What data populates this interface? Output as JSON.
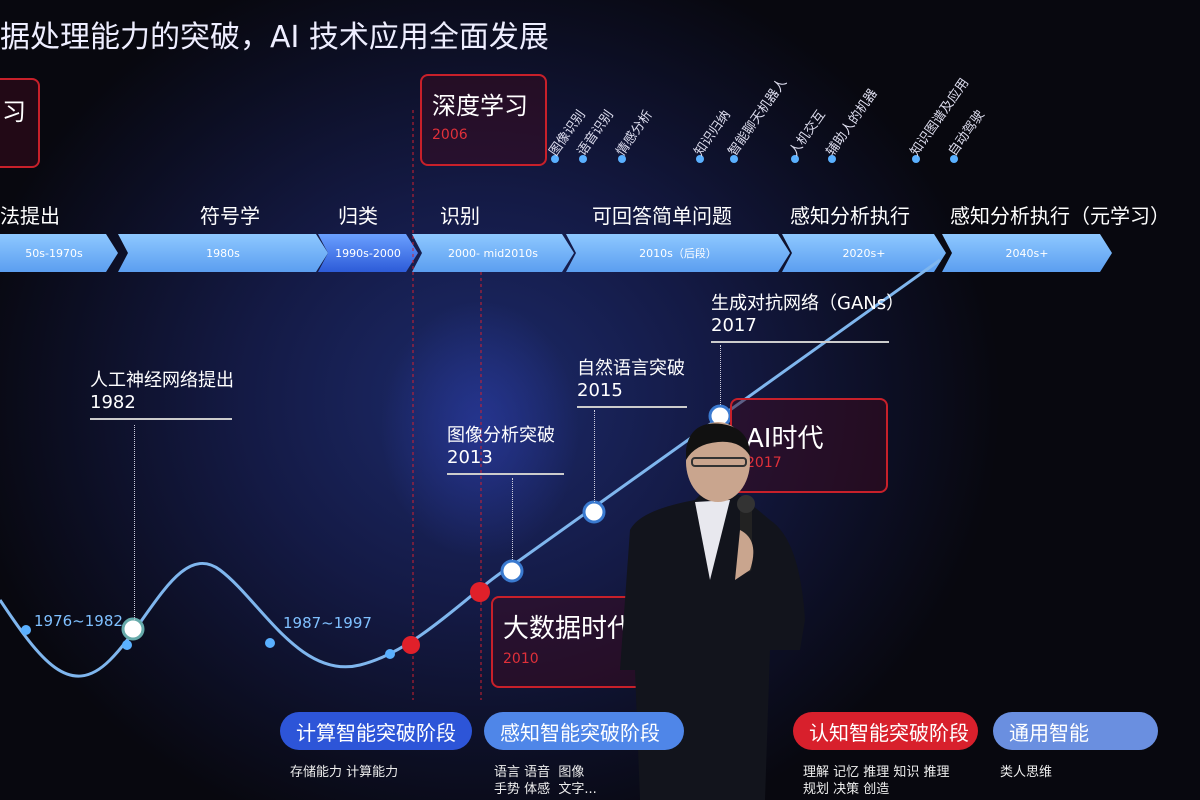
{
  "slide": {
    "title": "据处理能力的突破，AI 技术应用全面发展",
    "left_box": "习",
    "deep_learning": {
      "label": "深度学习",
      "year": "2006"
    },
    "tags": [
      "图像识别",
      "语音识别",
      "情感分析",
      "知识归纳",
      "智能聊天机器人",
      "人机交互",
      "辅助人的机器",
      "知识图谱及应用",
      "自动驾驶"
    ],
    "stages": [
      {
        "label": "法提出",
        "period": "50s-1970s"
      },
      {
        "label": "符号学",
        "period": "1980s"
      },
      {
        "label": "归类",
        "period": "1990s-2000"
      },
      {
        "label": "识别",
        "period": "2000- mid2010s"
      },
      {
        "label": "可回答简单问题",
        "period": "2010s（后段）"
      },
      {
        "label": "感知分析执行",
        "period": "2020s+"
      },
      {
        "label": "感知分析执行（元学习）",
        "period": "2040s+"
      }
    ],
    "events": [
      {
        "label": "人工神经网络提出",
        "year": "1982"
      },
      {
        "label": "图像分析突破",
        "year": "2013"
      },
      {
        "label": "自然语言突破",
        "year": "2015"
      },
      {
        "label": "生成对抗网络（GANs）",
        "year": "2017"
      }
    ],
    "ranges": [
      "1976~1982",
      "1987~1997"
    ],
    "eras": [
      {
        "label": "大数据时代",
        "year": "2010"
      },
      {
        "label": "AI时代",
        "year": "2017"
      }
    ],
    "phases": [
      {
        "label": "计算智能突破阶段",
        "desc": "存储能力 计算能力",
        "color": "#2d55d8"
      },
      {
        "label": "感知智能突破阶段",
        "desc": "语言 语音  图像\n手势 体感  文字...",
        "color": "#4f86e8"
      },
      {
        "label": "认知智能突破阶段",
        "desc": "理解 记忆 推理 知识 推理\n规划 决策 创造",
        "color": "#d8202c"
      },
      {
        "label": "通用智能",
        "desc": "类人思维",
        "color": "#6a8fe0"
      }
    ]
  }
}
